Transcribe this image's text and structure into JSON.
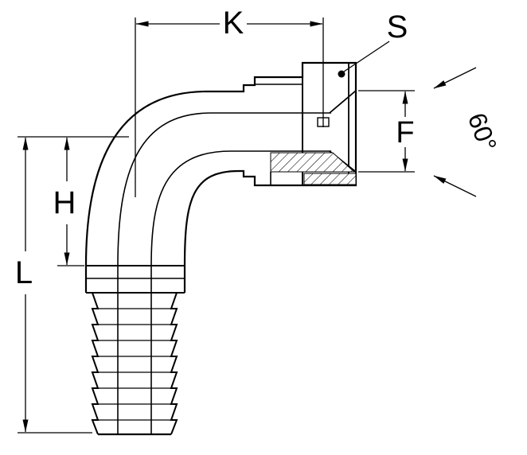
{
  "diagram": {
    "labels": {
      "k": "K",
      "s": "S",
      "f": "F",
      "h": "H",
      "l": "L",
      "angle": "60°"
    },
    "colors": {
      "line": "#000000",
      "background": "#ffffff"
    }
  }
}
